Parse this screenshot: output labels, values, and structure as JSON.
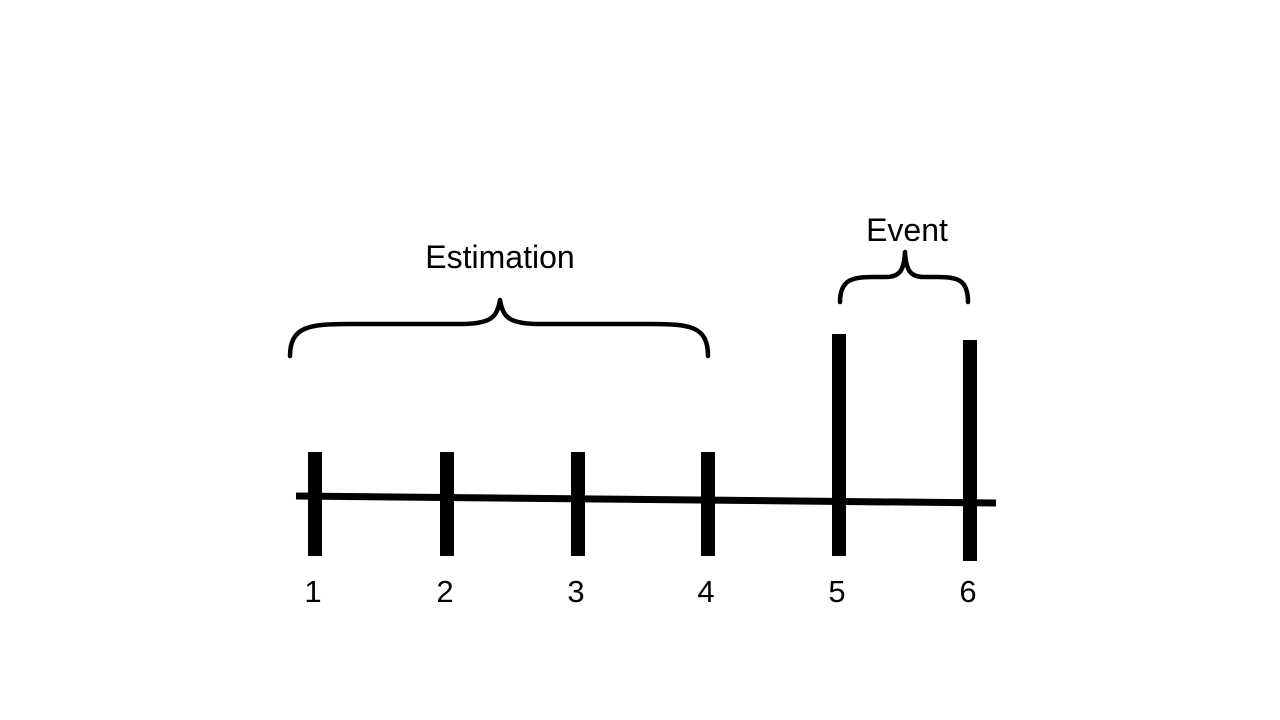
{
  "diagram": {
    "estimation_label": "Estimation",
    "event_label": "Event",
    "ticks": [
      {
        "label": "1",
        "tall": false
      },
      {
        "label": "2",
        "tall": false
      },
      {
        "label": "3",
        "tall": false
      },
      {
        "label": "4",
        "tall": false
      },
      {
        "label": "5",
        "tall": true
      },
      {
        "label": "6",
        "tall": true
      }
    ],
    "stroke_color": "#000000",
    "background_color": "#ffffff"
  }
}
